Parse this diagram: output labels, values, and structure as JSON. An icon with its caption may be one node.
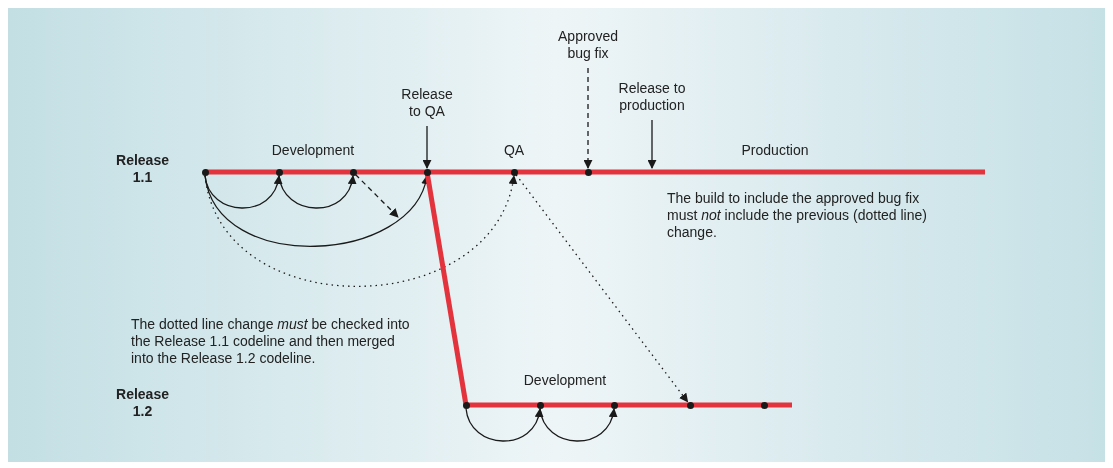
{
  "diagram": {
    "nodes": [
      {
        "text": [
          "Approved bug fix"
        ]
      },
      {
        "text": [
          "Release to QA"
        ]
      },
      {
        "text": [
          "Release to production"
        ]
      },
      {
        "text": [],
        "shape": "circle"
      },
      {
        "text": [],
        "shape": "circle"
      },
      {
        "text": [],
        "shape": "circle"
      },
      {
        "text": [],
        "shape": "circle"
      },
      {
        "text": [],
        "shape": "circle"
      },
      {
        "text": [],
        "shape": "circle"
      },
      {
        "text": [],
        "shape": "circle"
      },
      {
        "text": [],
        "shape": "circle"
      },
      {
        "text": [],
        "shape": "circle"
      },
      {
        "text": [],
        "shape": "circle"
      },
      {
        "text": [],
        "shape": "circle"
      }
    ],
    "edges": [
      {
        "from": 1,
        "to": 6,
        "arrow": "to"
      },
      {
        "from": 0,
        "to": 8,
        "arrow": "to",
        "style": "dashed"
      },
      {
        "from": 2,
        "to": null,
        "arrow": "to"
      },
      {
        "from": 3,
        "to": 4,
        "arrow": "to"
      },
      {
        "from": 4,
        "to": 5,
        "arrow": "to"
      },
      {
        "from": 3,
        "to": 6,
        "arrow": "to"
      },
      {
        "from": 5,
        "to": null,
        "arrow": "to",
        "style": "dashed"
      },
      {
        "from": 3,
        "to": 7,
        "arrow": "to",
        "style": "dashed"
      },
      {
        "from": 7,
        "to": 12,
        "arrow": "to",
        "style": "dashed"
      },
      {
        "from": 9,
        "to": 10,
        "arrow": "to"
      },
      {
        "from": 10,
        "to": 11,
        "arrow": "to"
      },
      {
        "from": 3,
        "to": null,
        "arrow": "none",
        "style": "thick",
        "color": "#e3333c"
      },
      {
        "from": 6,
        "to": 9,
        "arrow": "none",
        "style": "thick",
        "color": "#e3333c"
      },
      {
        "from": 9,
        "to": null,
        "arrow": "none",
        "style": "thick",
        "color": "#e3333c"
      }
    ],
    "labels": [
      "Release 1.1",
      "Development",
      "QA",
      "Production",
      "The build to include the approved bug fix must *not* include the previous (dotted line) change.",
      "The dotted line change *must* be checked into the Release 1.1 codeline and then merged into the Release 1.2 codeline.",
      "Release 1.2",
      "Development"
    ]
  }
}
